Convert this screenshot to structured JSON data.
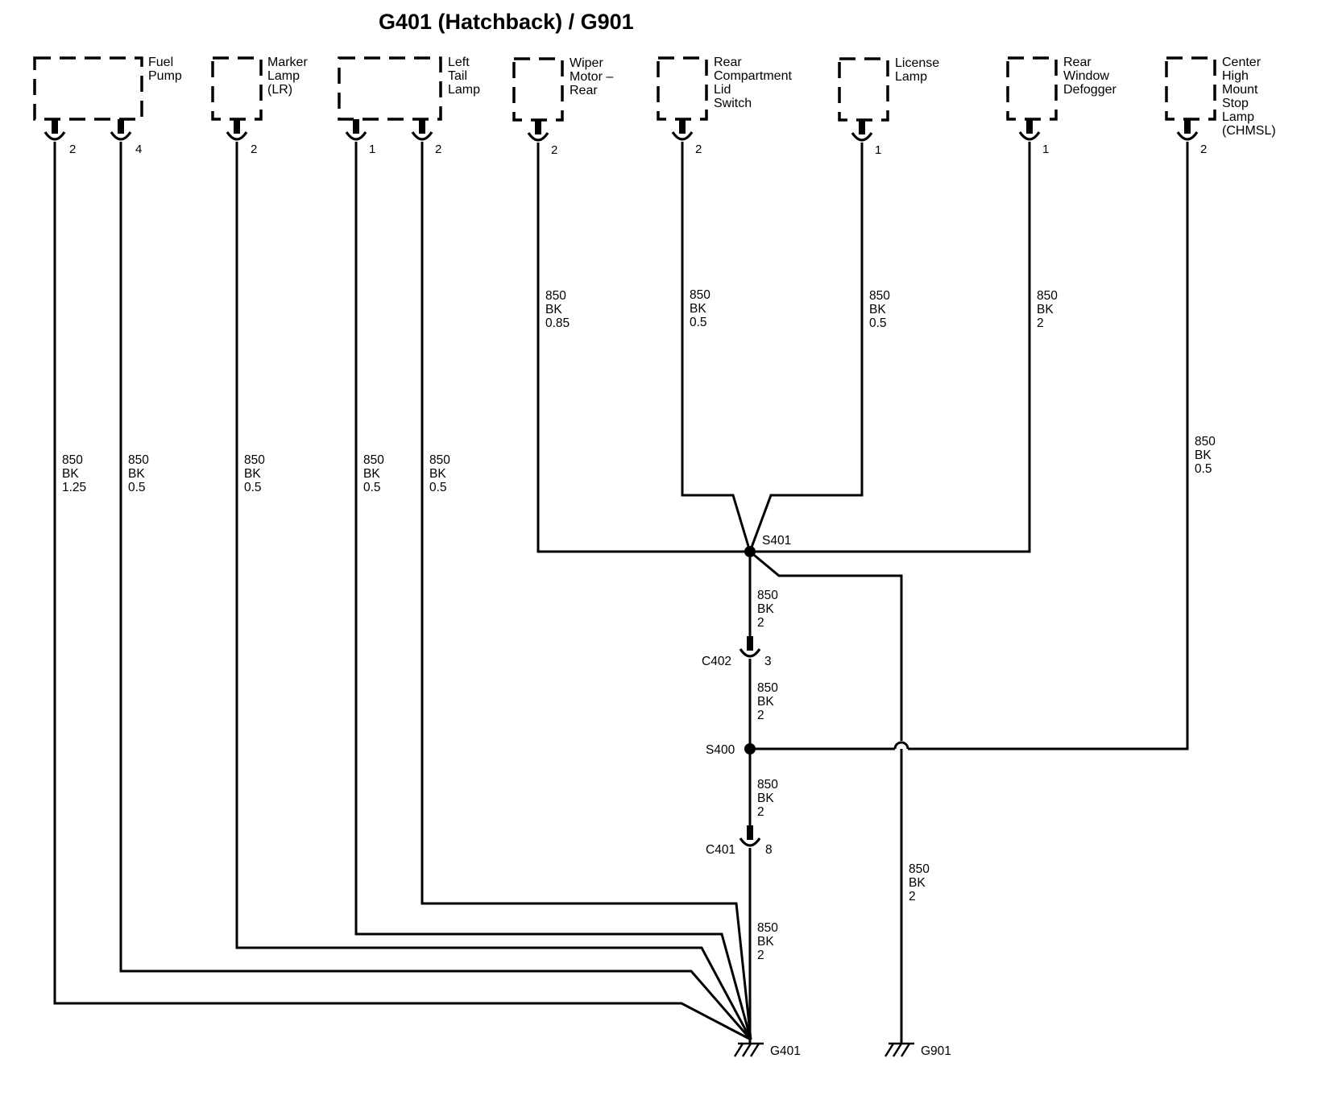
{
  "title": "G401 (Hatchback) / G901",
  "components": [
    {
      "id": "fuel-pump",
      "lines": [
        "Fuel",
        "Pump"
      ],
      "pins": [
        "2",
        "4"
      ]
    },
    {
      "id": "marker-lamp-lr",
      "lines": [
        "Marker",
        "Lamp",
        "(LR)"
      ],
      "pins": [
        "2"
      ]
    },
    {
      "id": "left-tail-lamp",
      "lines": [
        "Left",
        "Tail",
        "Lamp"
      ],
      "pins": [
        "1",
        "2"
      ]
    },
    {
      "id": "wiper-motor-rear",
      "lines": [
        "Wiper",
        "Motor –",
        "Rear"
      ],
      "pins": [
        "2"
      ]
    },
    {
      "id": "rear-compartment-lid-switch",
      "lines": [
        "Rear",
        "Compartment",
        "Lid",
        "Switch"
      ],
      "pins": [
        "2"
      ]
    },
    {
      "id": "license-lamp",
      "lines": [
        "License",
        "Lamp"
      ],
      "pins": [
        "1"
      ]
    },
    {
      "id": "rear-window-defogger",
      "lines": [
        "Rear",
        "Window",
        "Defogger"
      ],
      "pins": [
        "1"
      ]
    },
    {
      "id": "chmsl",
      "lines": [
        "Center",
        "High",
        "Mount",
        "Stop",
        "Lamp",
        "(CHMSL)"
      ],
      "pins": [
        "2"
      ]
    }
  ],
  "wires": [
    {
      "id": "fuel-pump-pin2",
      "circuit": "850",
      "color": "BK",
      "size": "1.25"
    },
    {
      "id": "fuel-pump-pin4",
      "circuit": "850",
      "color": "BK",
      "size": "0.5"
    },
    {
      "id": "marker-lamp",
      "circuit": "850",
      "color": "BK",
      "size": "0.5"
    },
    {
      "id": "tail-lamp-pin1",
      "circuit": "850",
      "color": "BK",
      "size": "0.5"
    },
    {
      "id": "tail-lamp-pin2",
      "circuit": "850",
      "color": "BK",
      "size": "0.5"
    },
    {
      "id": "wiper-motor",
      "circuit": "850",
      "color": "BK",
      "size": "0.85"
    },
    {
      "id": "lid-switch",
      "circuit": "850",
      "color": "BK",
      "size": "0.5"
    },
    {
      "id": "license-lamp",
      "circuit": "850",
      "color": "BK",
      "size": "0.5"
    },
    {
      "id": "defogger",
      "circuit": "850",
      "color": "BK",
      "size": "2"
    },
    {
      "id": "chmsl",
      "circuit": "850",
      "color": "BK",
      "size": "0.5"
    },
    {
      "id": "s401-to-c402",
      "circuit": "850",
      "color": "BK",
      "size": "2"
    },
    {
      "id": "c402-to-s400",
      "circuit": "850",
      "color": "BK",
      "size": "2"
    },
    {
      "id": "s400-to-c401",
      "circuit": "850",
      "color": "BK",
      "size": "2"
    },
    {
      "id": "c401-to-g401",
      "circuit": "850",
      "color": "BK",
      "size": "2"
    },
    {
      "id": "g901-wire",
      "circuit": "850",
      "color": "BK",
      "size": "2"
    }
  ],
  "splices": {
    "s401": "S401",
    "s400": "S400"
  },
  "connectors": {
    "c402": {
      "name": "C402",
      "pin": "3"
    },
    "c401": {
      "name": "C401",
      "pin": "8"
    }
  },
  "grounds": {
    "g401": "G401",
    "g901": "G901"
  }
}
